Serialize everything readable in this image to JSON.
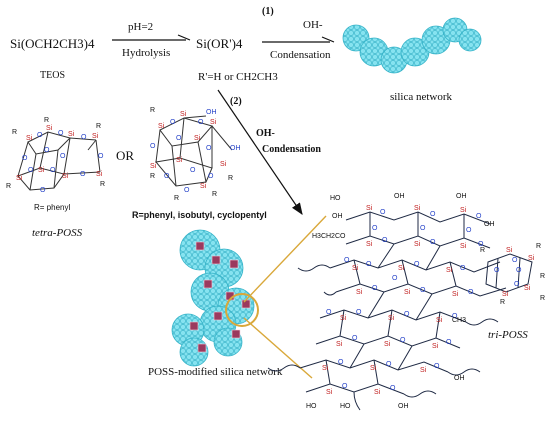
{
  "reaction": {
    "reactant": "Si(OCH2CH3)4",
    "reactant_name": "TEOS",
    "step1_condition_top": "pH=2",
    "step1_condition_bottom": "Hydrolysis",
    "intermediate": "Si(OR')4",
    "intermediate_note": "R'=H or CH2CH3",
    "path1_label": "(1)",
    "path1_reagent": "OH-",
    "path1_condition": "Condensation",
    "path2_label": "(2)",
    "path2_reagent": "OH-",
    "path2_condition": "Condensation"
  },
  "products": {
    "silica_network": "silica network",
    "poss_network": "POSS-modified silica network",
    "tri_poss": "tri-POSS"
  },
  "poss": {
    "or_text": "OR",
    "tetra_r": "R= phenyl",
    "tetra_name": "tetra-POSS",
    "tri_r": "R=phenyl, isobutyl, cyclopentyl"
  },
  "atoms": {
    "si": "Si",
    "o": "O",
    "r": "R",
    "oh": "OH",
    "ho": "HO",
    "ch3": "CH3",
    "ethoxy": "H3CH2CO"
  },
  "colors": {
    "silica": "#7fe0ee",
    "silica_stroke": "#35b3c8",
    "poss_cube": "#9b3a5e",
    "si_text": "#c02020",
    "o_text": "#2340c8",
    "highlight_ring": "#d9a83a"
  }
}
